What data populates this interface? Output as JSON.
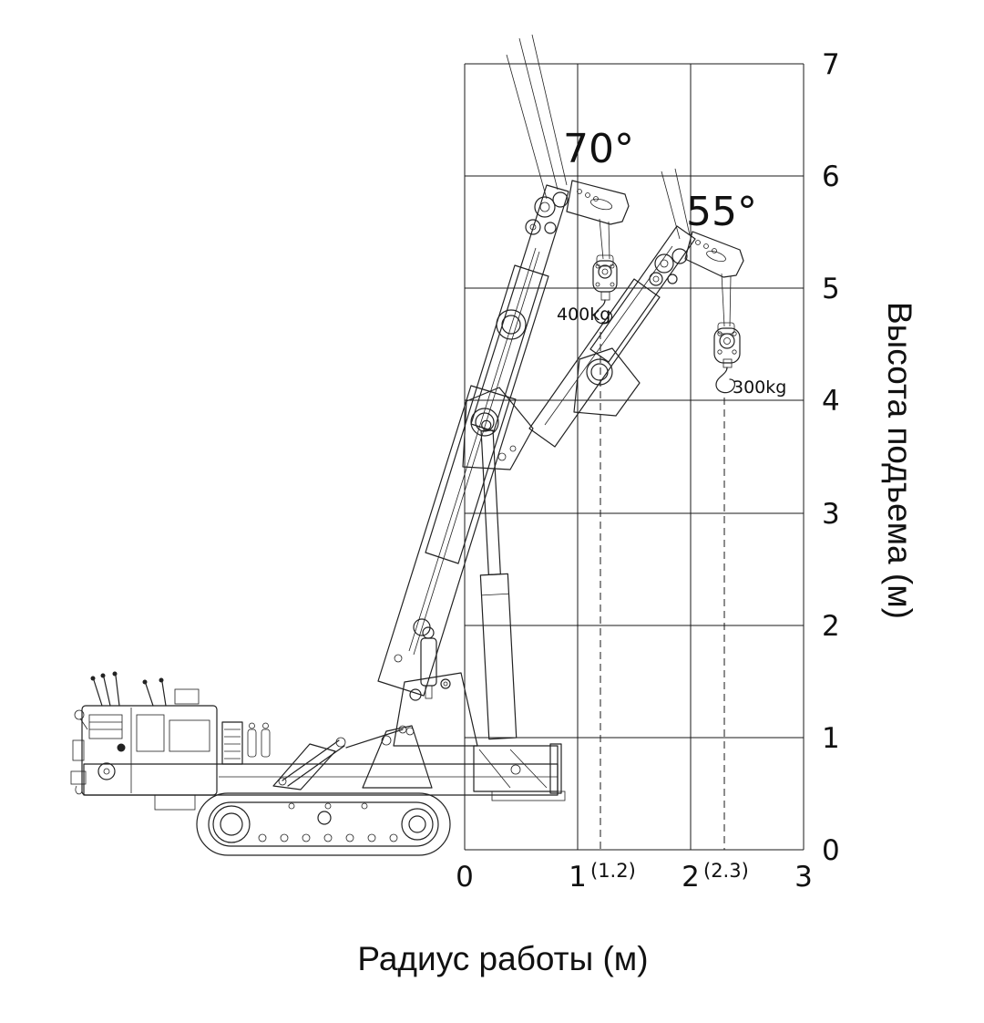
{
  "diagram": {
    "x_axis_title": "Радиус работы (м)",
    "y_axis_title": "Высота подъема (м)",
    "y_ticks": [
      "7",
      "6",
      "5",
      "4",
      "3",
      "2",
      "1",
      "0"
    ],
    "x_ticks": [
      "0",
      "1",
      "2",
      "3"
    ],
    "radius_annotations": [
      "(1.2)",
      "(2.3)"
    ],
    "angle_labels": [
      "70°",
      "55°"
    ],
    "load_labels": [
      "400kg",
      "300kg"
    ]
  },
  "chart_data": {
    "type": "scatter",
    "title": "",
    "xlabel": "Радиус работы (м)",
    "ylabel": "Высота подъема (м)",
    "xlim": [
      0,
      3
    ],
    "ylim": [
      0,
      7
    ],
    "x_ticks": [
      0,
      1,
      2,
      3
    ],
    "y_ticks": [
      0,
      1,
      2,
      3,
      4,
      5,
      6,
      7
    ],
    "grid": true,
    "legend": "none",
    "points": [
      {
        "boom_angle": "70°",
        "radius_m": 1.2,
        "capacity": "400kg",
        "boom_tip_height_m": 5.9
      },
      {
        "boom_angle": "55°",
        "radius_m": 2.3,
        "capacity": "300kg",
        "boom_tip_height_m": 5.3
      }
    ],
    "reference_lines": [
      {
        "axis": "x",
        "value": 1.2,
        "style": "dashed"
      },
      {
        "axis": "x",
        "value": 2.3,
        "style": "dashed"
      }
    ]
  },
  "colors": {
    "line": "#1a1a1a",
    "background": "#ffffff"
  }
}
